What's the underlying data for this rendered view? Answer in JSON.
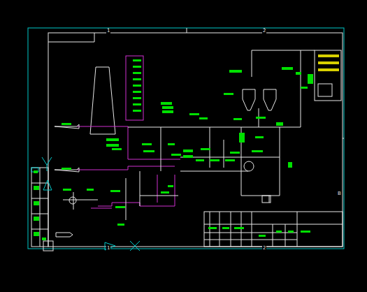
{
  "diagram": {
    "labels": [
      "1",
      "2",
      "1",
      "2",
      "B"
    ]
  }
}
